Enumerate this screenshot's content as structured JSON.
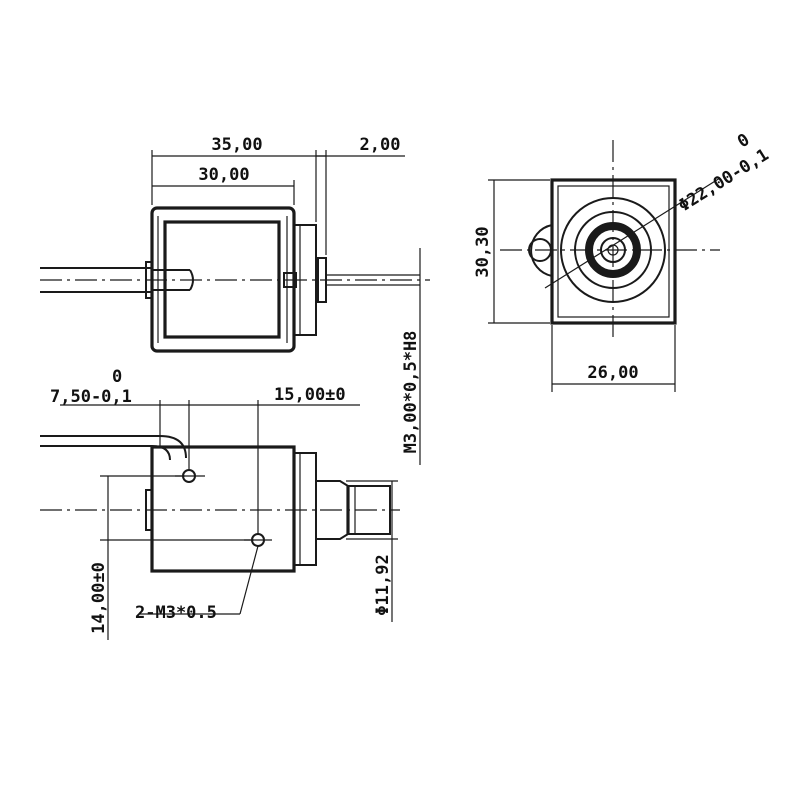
{
  "drawing": {
    "side_view": {
      "overall_length": "35,00",
      "body_length": "30,00",
      "plate_thickness": "2,00",
      "thread_note": "M3,00*0,5*H8"
    },
    "end_view": {
      "height": "30,30",
      "width": "26,00",
      "bore_diameter": "Φ22,00-0,1",
      "bore_tolerance_upper": "0"
    },
    "bottom_view": {
      "hole_offset": "7,50-0,1",
      "hole_offset_tolerance_upper": "0",
      "hole_spacing": "15,00±0",
      "hole_vertical_spacing": "14,00±0",
      "mounting_holes": "2-M3*0.5",
      "plunger_diameter": "Φ11,92"
    }
  },
  "colors": {
    "line": "#1a1a1a",
    "background": "#ffffff"
  }
}
